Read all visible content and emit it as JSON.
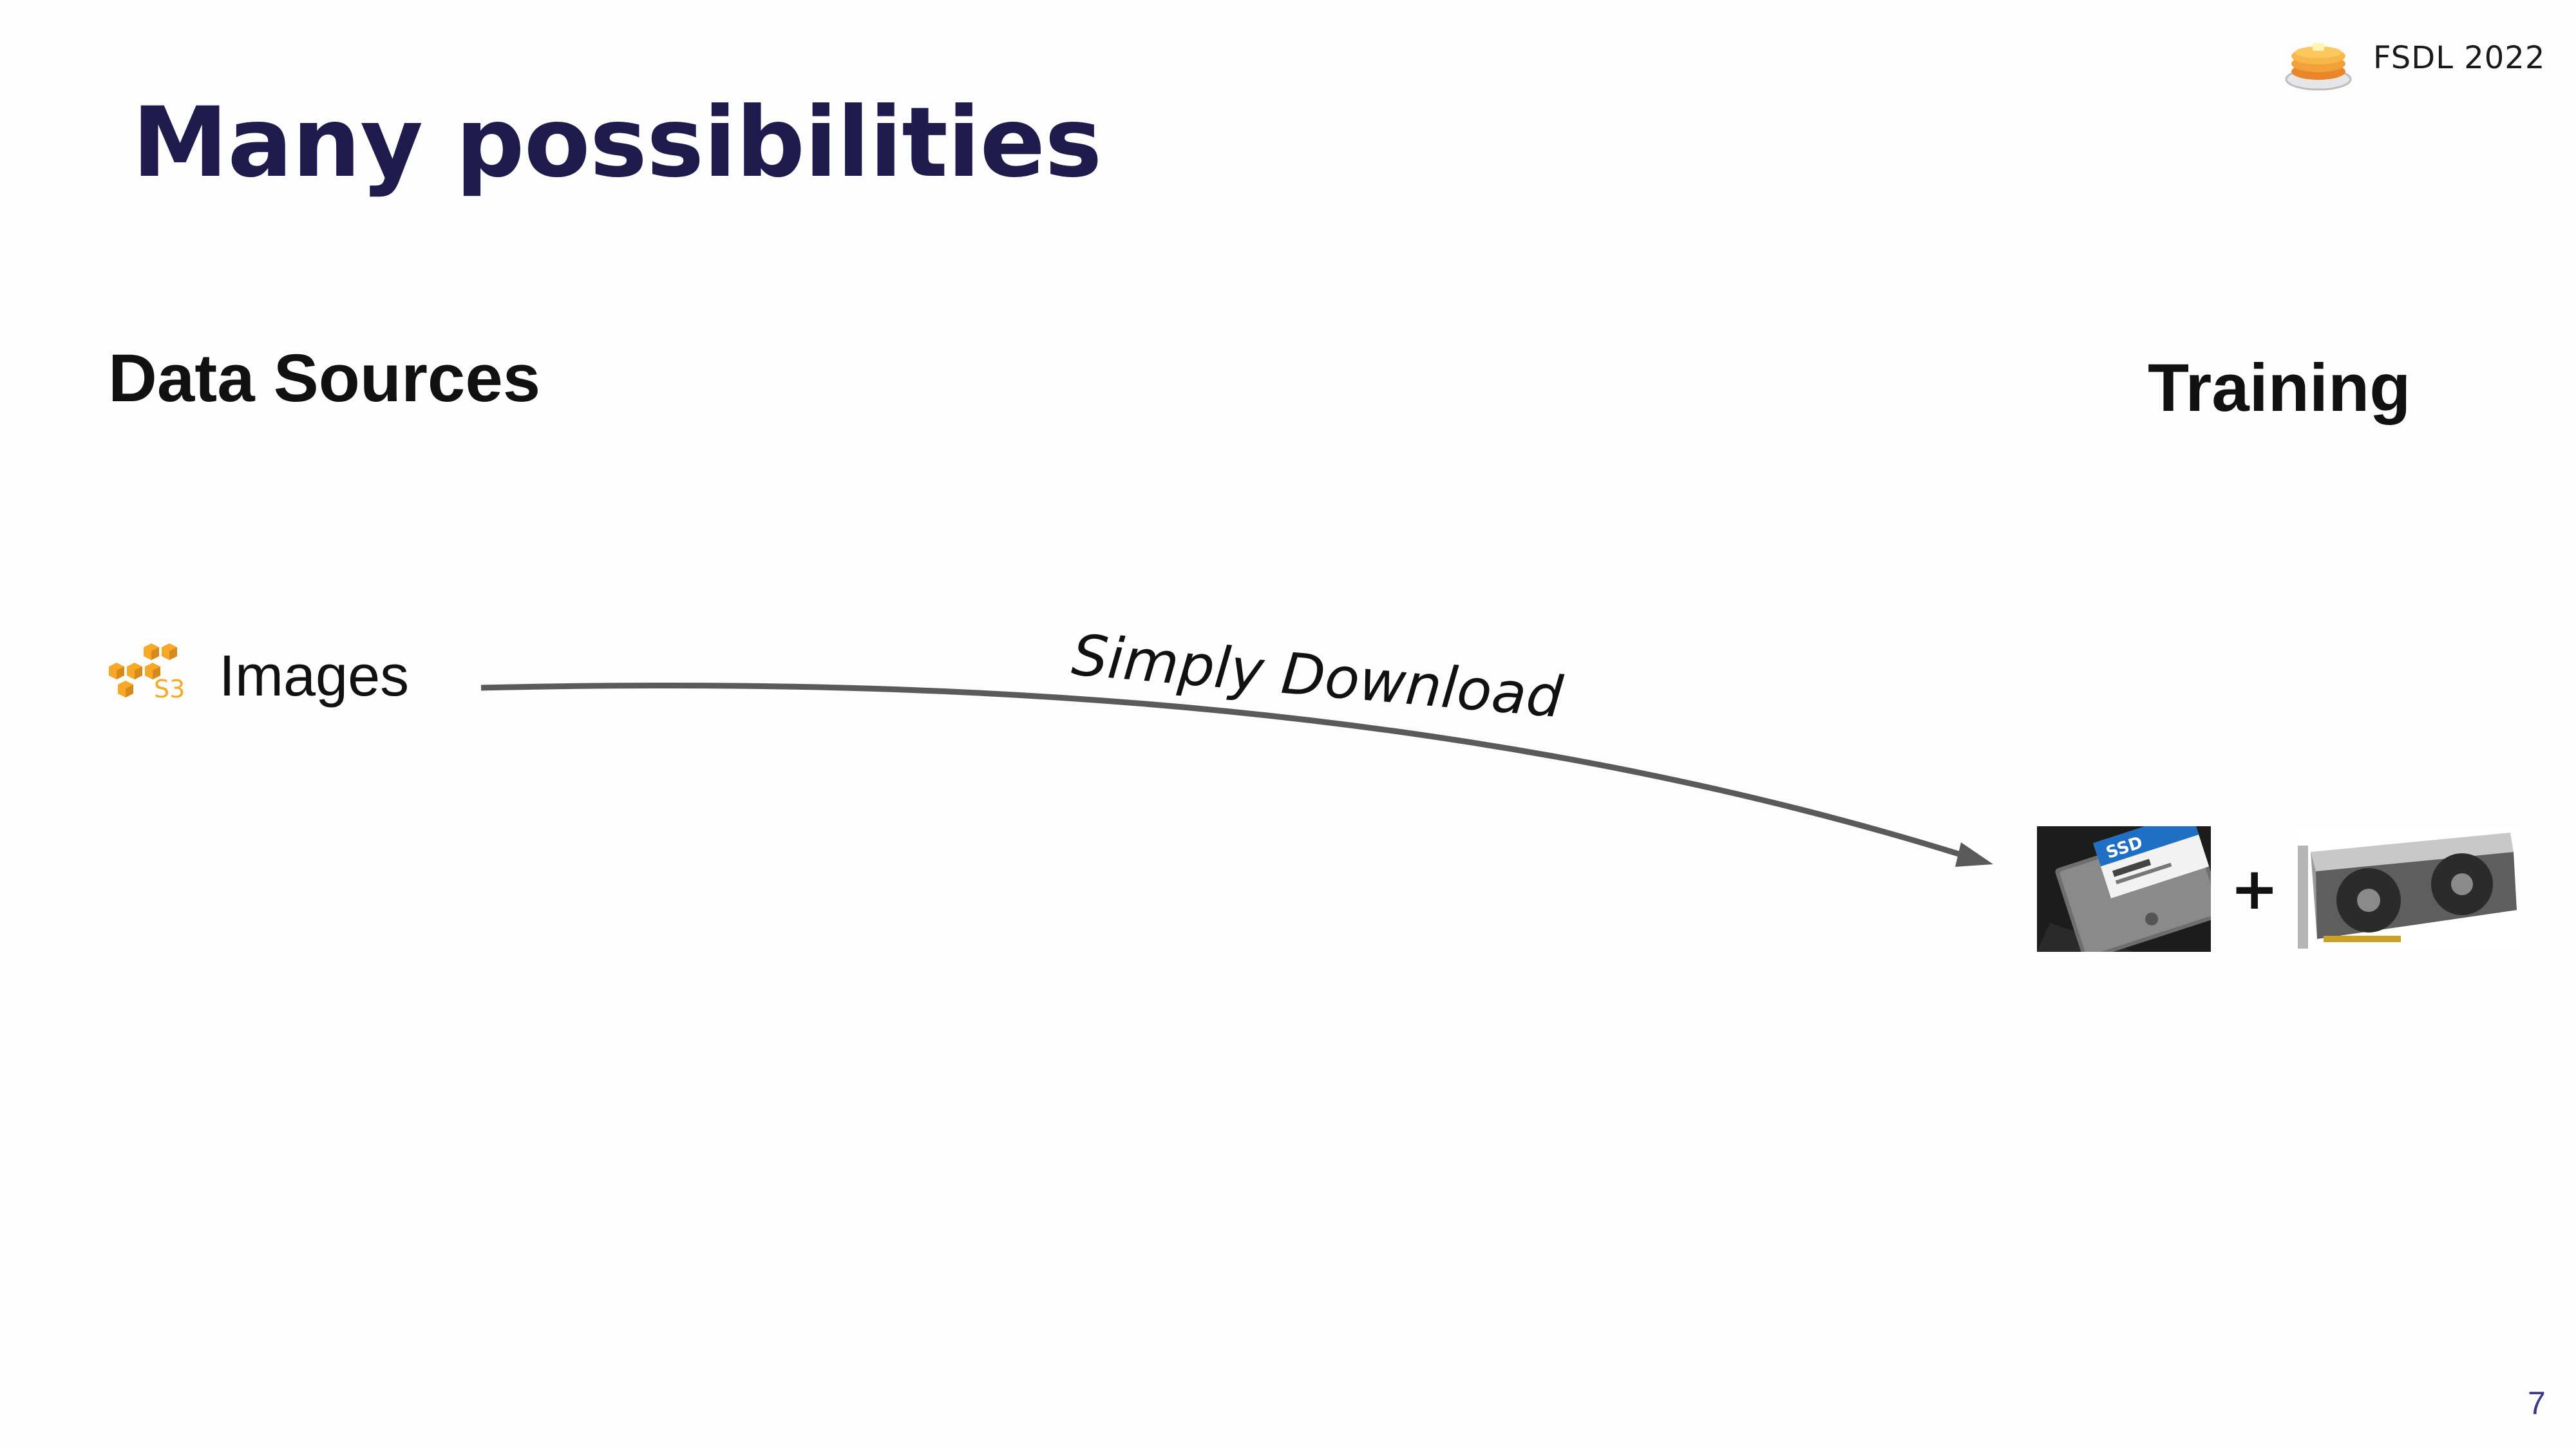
{
  "brand": {
    "logo_icon": "pancake-stack-icon",
    "label": "FSDL 2022"
  },
  "title": "Many possibilities",
  "headings": {
    "sources": "Data Sources",
    "training": "Training"
  },
  "sources": [
    {
      "icon": "aws-s3-icon",
      "label": "Images"
    }
  ],
  "arrow": {
    "label": "Simply Download"
  },
  "training": {
    "items": [
      {
        "icon": "ssd-image",
        "kind": "image"
      },
      {
        "icon": "gpu-image",
        "kind": "image"
      }
    ],
    "separator": "+"
  },
  "page_number": "7",
  "colors": {
    "title": "#1f1b4d",
    "s3_orange": "#f7a825",
    "arrow": "#5a5a5a",
    "page_number": "#3a3a8c"
  }
}
